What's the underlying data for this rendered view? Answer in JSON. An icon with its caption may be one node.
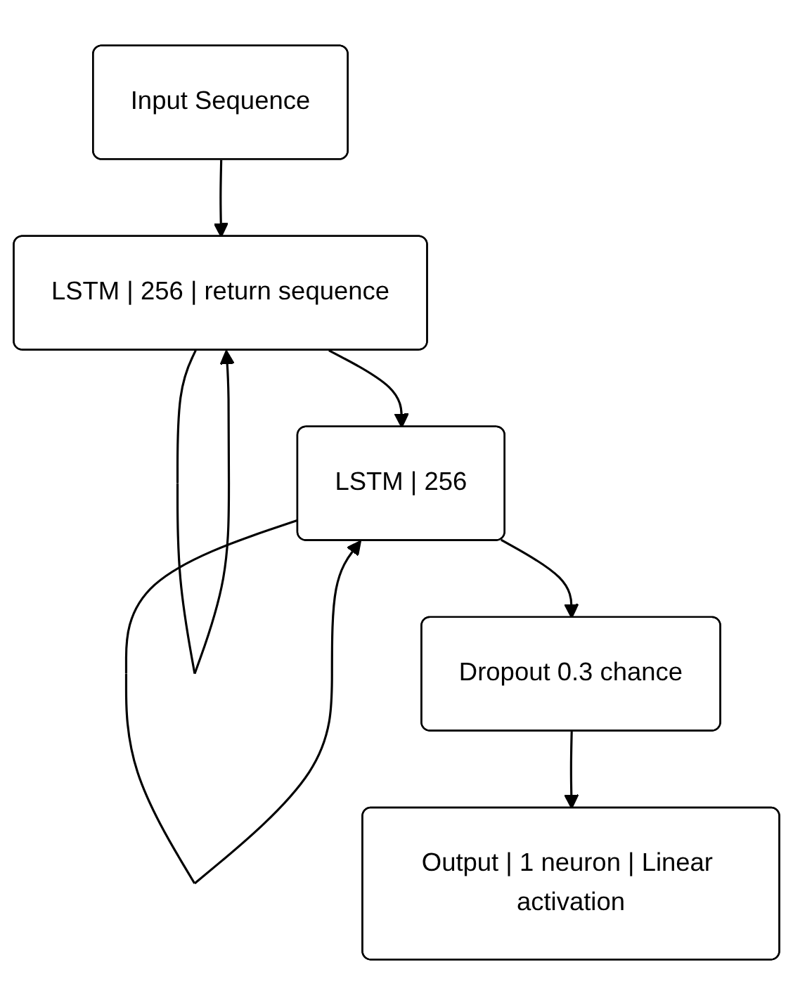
{
  "diagram": {
    "nodes": [
      {
        "text": [
          "Input Sequence"
        ]
      },
      {
        "text": [
          "LSTM | 256 | return sequence"
        ]
      },
      {
        "text": [
          "LSTM | 256"
        ]
      },
      {
        "text": [
          "Dropout 0.3 chance"
        ]
      },
      {
        "text": [
          "Output | 1 neuron | Linear activation"
        ]
      }
    ],
    "edges": [
      {
        "from": 0,
        "to": 1,
        "arrow": "to"
      },
      {
        "from": 1,
        "to": 1,
        "arrow": "to"
      },
      {
        "from": 1,
        "to": 2,
        "arrow": "to"
      },
      {
        "from": 2,
        "to": 2,
        "arrow": "to"
      },
      {
        "from": 2,
        "to": 3,
        "arrow": "to"
      },
      {
        "from": 3,
        "to": 4,
        "arrow": "to"
      }
    ]
  }
}
